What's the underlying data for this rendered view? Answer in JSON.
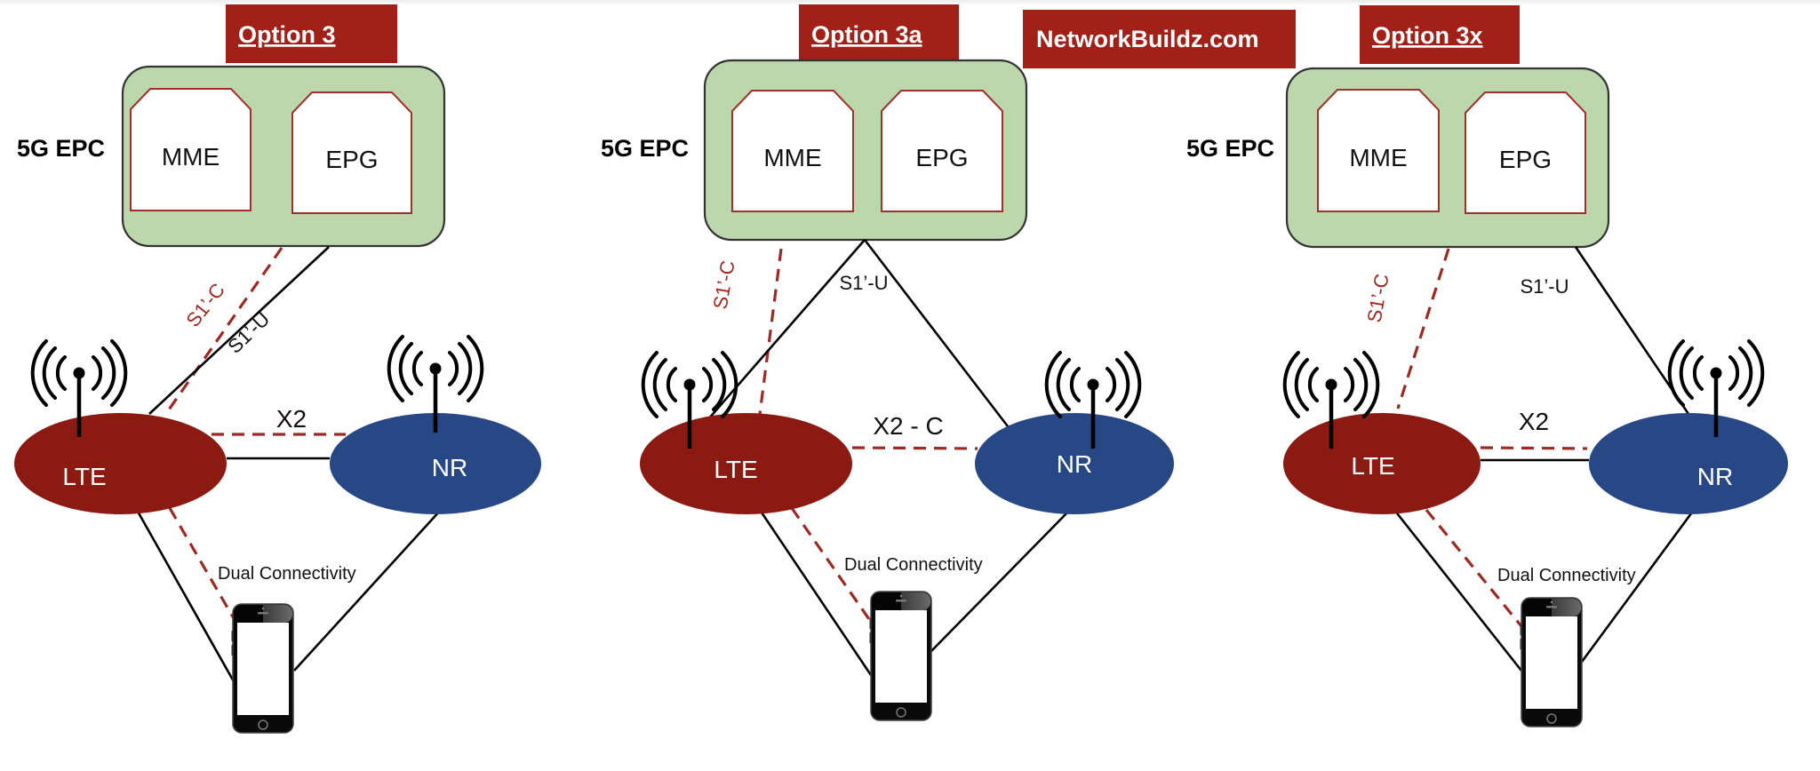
{
  "brand": {
    "label": "NetworkBuildz.com"
  },
  "colors": {
    "label_box": "#a12018",
    "lte": "#8b1a12",
    "nr": "#284785",
    "epc_fill": "#bcd7ac",
    "control_plane_dash": "#9c2a22"
  },
  "options": [
    {
      "title": "Option 3",
      "core_label": "5G EPC",
      "functions": [
        "MME",
        "EPG"
      ],
      "nodes": {
        "lte": "LTE",
        "nr": "NR"
      },
      "interfaces": {
        "s1c": "S1’-C",
        "s1u": "S1’-U",
        "x2": "X2"
      },
      "ue_link_label": "Dual Connectivity"
    },
    {
      "title": "Option 3a",
      "core_label": "5G EPC",
      "functions": [
        "MME",
        "EPG"
      ],
      "nodes": {
        "lte": "LTE",
        "nr": "NR"
      },
      "interfaces": {
        "s1c": "S1’-C",
        "s1u": "S1’-U",
        "x2": "X2 - C"
      },
      "ue_link_label": "Dual Connectivity"
    },
    {
      "title": "Option 3x",
      "core_label": "5G EPC",
      "functions": [
        "MME",
        "EPG"
      ],
      "nodes": {
        "lte": "LTE",
        "nr": "NR"
      },
      "interfaces": {
        "s1c": "S1’-C",
        "s1u": "S1’-U",
        "x2": "X2"
      },
      "ue_link_label": "Dual Connectivity"
    }
  ],
  "icons": {
    "antenna": "radio-tower-icon",
    "ue": "smartphone-icon"
  }
}
